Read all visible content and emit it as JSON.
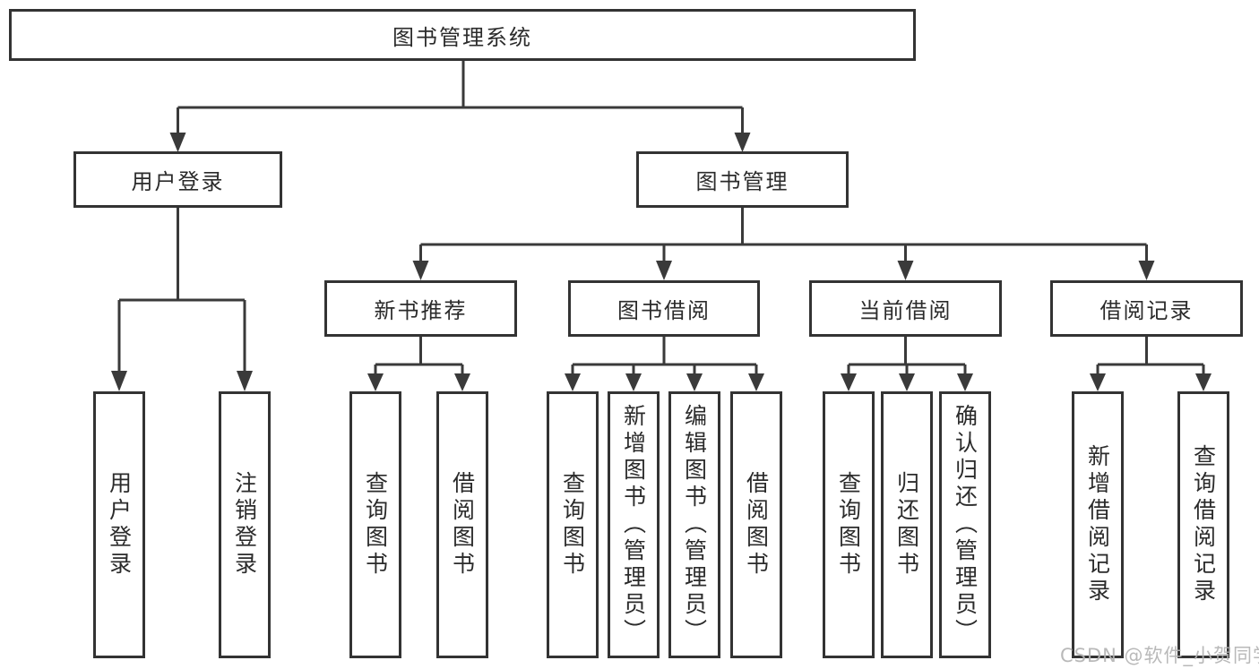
{
  "tree": {
    "root": {
      "label": "图书管理系统",
      "children": [
        {
          "label": "用户登录",
          "children": [
            {
              "label": "用户登录"
            },
            {
              "label": "注销登录"
            }
          ]
        },
        {
          "label": "图书管理",
          "children": [
            {
              "label": "新书推荐",
              "children": [
                {
                  "label": "查询图书"
                },
                {
                  "label": "借阅图书"
                }
              ]
            },
            {
              "label": "图书借阅",
              "children": [
                {
                  "label": "查询图书"
                },
                {
                  "label": "新增图书（管理员）"
                },
                {
                  "label": "编辑图书（管理员）"
                },
                {
                  "label": "借阅图书"
                }
              ]
            },
            {
              "label": "当前借阅",
              "children": [
                {
                  "label": "查询图书"
                },
                {
                  "label": "归还图书"
                },
                {
                  "label": "确认归还（管理员）"
                }
              ]
            },
            {
              "label": "借阅记录",
              "children": [
                {
                  "label": "新增借阅记录"
                },
                {
                  "label": "查询借阅记录"
                }
              ]
            }
          ]
        }
      ]
    }
  },
  "watermark": {
    "text": "CSDN @软件_小贺同学"
  },
  "colors": {
    "line": "#3a3a3a",
    "box_border": "#333333",
    "text": "#2b2b2b",
    "background": "#ffffff",
    "watermark": "#b4b4b4"
  }
}
